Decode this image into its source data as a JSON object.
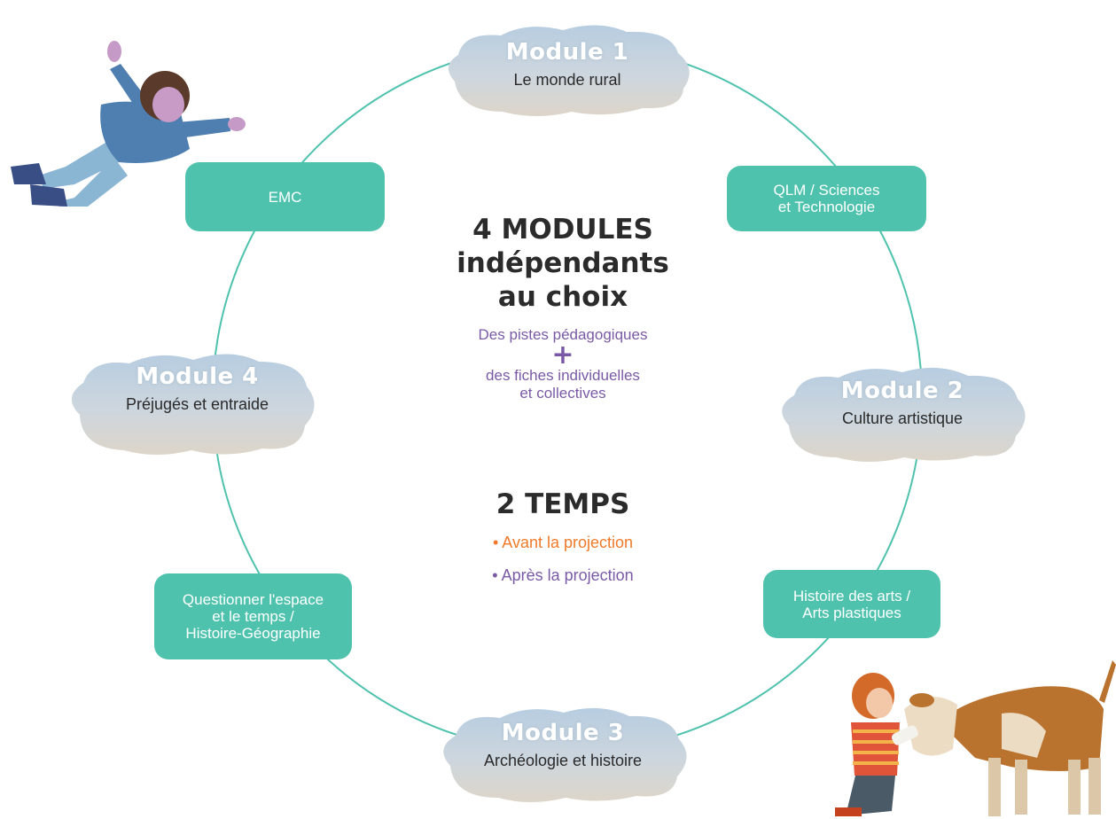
{
  "modules": [
    {
      "title": "Module 1",
      "subtitle": "Le monde rural"
    },
    {
      "title": "Module 2",
      "subtitle": "Culture artistique"
    },
    {
      "title": "Module 3",
      "subtitle": "Archéologie et histoire"
    },
    {
      "title": "Module 4",
      "subtitle": "Préjugés et entraide"
    }
  ],
  "subjects": [
    {
      "label": "EMC"
    },
    {
      "label": "QLM / Sciences\net Technologie"
    },
    {
      "label": "Histoire des arts /\nArts plastiques"
    },
    {
      "label": "Questionner l'espace\net le temps /\nHistoire-Géographie"
    }
  ],
  "center": {
    "title": "4 MODULES\nindépendants\nau choix",
    "line1": "Des pistes pédagogiques",
    "plus": "+",
    "line2": "des fiches individuelles\net collectives",
    "title2": "2 TEMPS",
    "bullet1": "• Avant la projection",
    "bullet2": "• Après la projection"
  },
  "colors": {
    "ring": "#4fc2ae",
    "pill": "#4fc2ae",
    "purple": "#7a5aa6",
    "orange": "#ee7a2a",
    "cloud_top": "#b9cfe0",
    "cloud_bottom": "#d8d2c8"
  },
  "illustrations": {
    "top_left": "flying-child-illustration",
    "bottom_right": "child-with-calf-illustration"
  }
}
